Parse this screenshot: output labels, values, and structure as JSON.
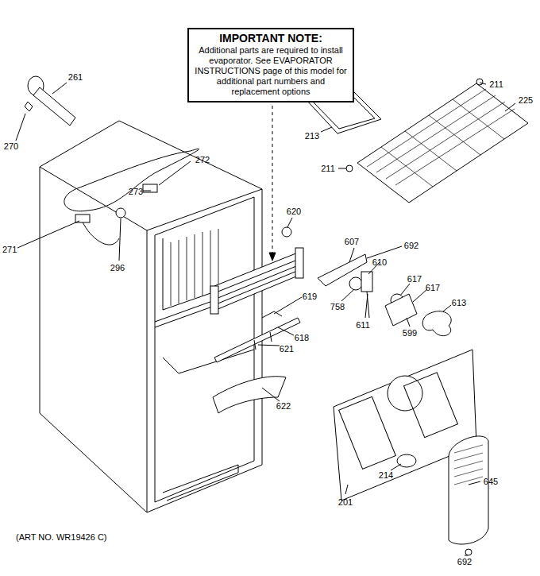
{
  "diagram": {
    "nodes": [
      {
        "text": [
          "IMPORTANT NOTE:",
          "Additional parts are required to install evaporator. See EVAPORATOR INSTRUCTIONS page of this model for additional part numbers and replacement options"
        ]
      }
    ],
    "edges": [],
    "labels": [
      "261",
      "211",
      "225",
      "270",
      "213",
      "272",
      "211",
      "273",
      "620",
      "271",
      "296",
      "607",
      "692",
      "610",
      "617",
      "617",
      "758",
      "613",
      "619",
      "618",
      "611",
      "599",
      "621",
      "622",
      "214",
      "645",
      "201",
      "692",
      "(ART NO. WR19426 C)"
    ]
  }
}
